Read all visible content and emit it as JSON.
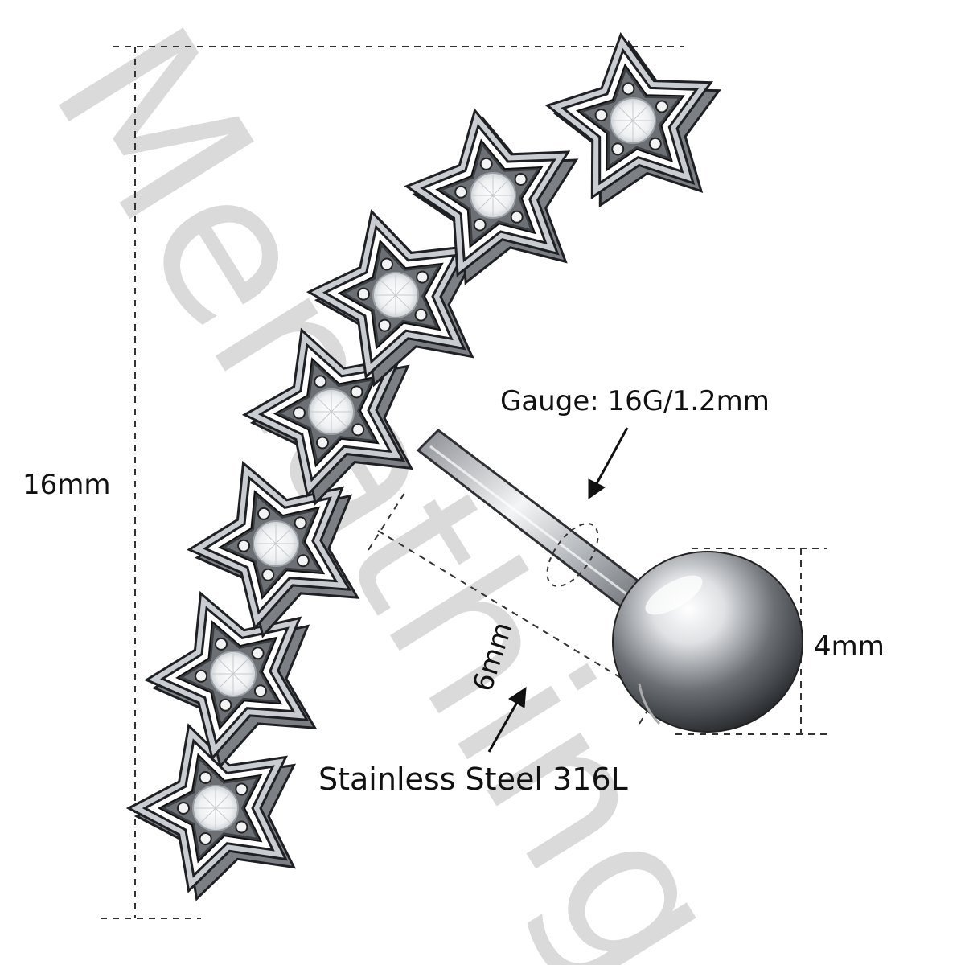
{
  "labels": {
    "height": "16mm",
    "gauge": "Gauge: 16G/1.2mm",
    "bar_length": "6mm",
    "ball_size": "4mm",
    "material": "Stainless Steel 316L"
  },
  "watermark": {
    "text": "Menathing",
    "color": "#cfcfcf"
  },
  "product": {
    "star_count": 7,
    "metal_color": "#c9ccd0",
    "gem_color": "#f4f6f8"
  }
}
